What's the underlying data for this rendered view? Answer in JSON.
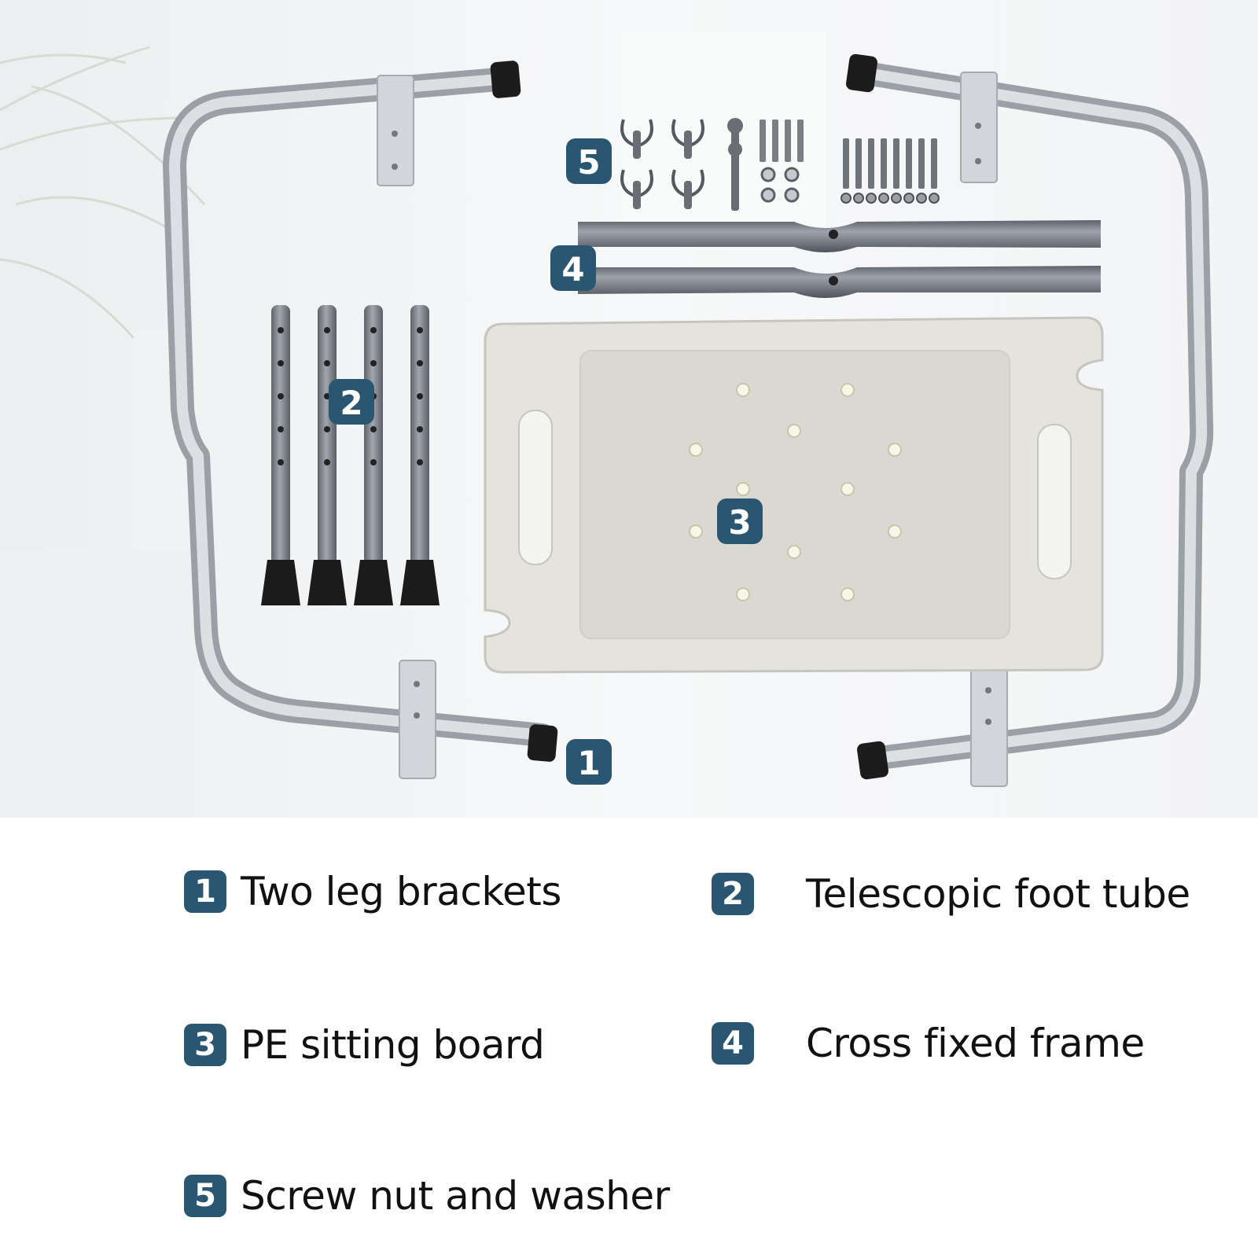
{
  "parts": [
    {
      "number": "1",
      "label": "Two leg brackets"
    },
    {
      "number": "2",
      "label": "Telescopic foot tube"
    },
    {
      "number": "3",
      "label": "PE sitting board"
    },
    {
      "number": "4",
      "label": "Cross fixed frame"
    },
    {
      "number": "5",
      "label": "Screw nut and washer"
    }
  ],
  "colors": {
    "badge": "#2b5671",
    "frame": "#c9cdd2",
    "tube": "#7d8089",
    "board": "#e4e3dd",
    "foot": "#1b1b1b"
  }
}
